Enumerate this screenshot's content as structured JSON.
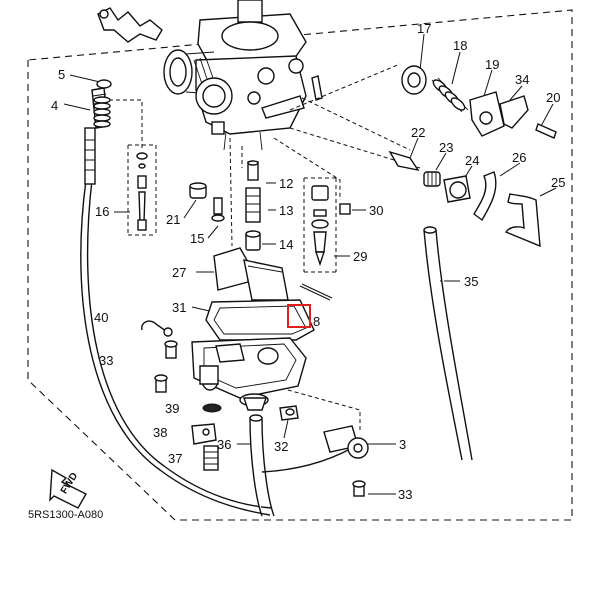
{
  "diagram": {
    "code": "5RS1300-A080",
    "fwd": "FWD",
    "highlight_color": "#e0201c",
    "callouts": {
      "c1": "3",
      "c2": "4",
      "c3": "5",
      "c4": "8",
      "c5": "12",
      "c6": "13",
      "c7": "14",
      "c8": "15",
      "c9": "16",
      "c10": "17",
      "c11": "18",
      "c12": "19",
      "c13": "20",
      "c14": "21",
      "c15": "22",
      "c16": "23",
      "c17": "24",
      "c18": "25",
      "c19": "26",
      "c20": "27",
      "c21": "29",
      "c22": "30",
      "c23": "31",
      "c24": "32",
      "c25": "33",
      "c26": "33",
      "c27": "34",
      "c28": "35",
      "c29": "36",
      "c30": "37",
      "c31": "38",
      "c32": "39",
      "c33": "40"
    }
  }
}
